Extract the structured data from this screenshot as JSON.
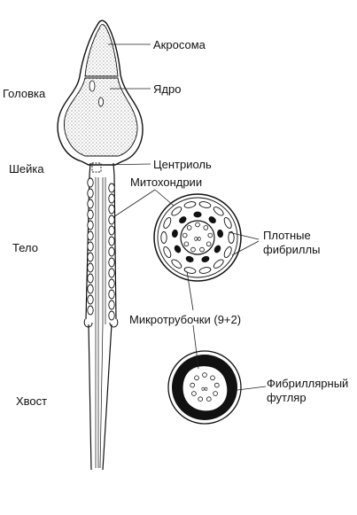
{
  "labels": {
    "acrosome": "Акросома",
    "head": "Головка",
    "nucleus": "Ядро",
    "neck": "Шейка",
    "centriole": "Центриоль",
    "mitochondria": "Митохондрии",
    "midpiece": "Тело",
    "dense_fibrils_line1": "Плотные",
    "dense_fibrils_line2": "фибриллы",
    "microtubules": "Микротрубочки (9+2)",
    "tail": "Хвост",
    "fibrous_sheath_line1": "Фибриллярный",
    "fibrous_sheath_line2": "футляр"
  },
  "colors": {
    "ink": "#111111",
    "background": "#ffffff"
  }
}
